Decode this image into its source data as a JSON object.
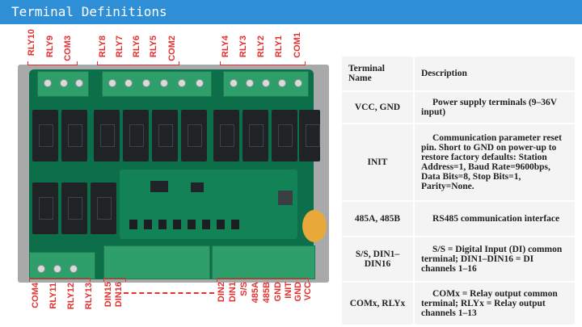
{
  "header": {
    "title": "Terminal Definitions"
  },
  "top_labels": [
    "RLY10",
    "RLY9",
    "COM3",
    "RLY8",
    "RLY7",
    "RLY6",
    "RLY5",
    "COM2",
    "RLY4",
    "RLY3",
    "RLY2",
    "RLY1",
    "COM1"
  ],
  "bottom_left_labels": [
    "COM4",
    "RLY11",
    "RLY12",
    "RLY13"
  ],
  "bottom_mid_labels": [
    "DIN15",
    "DIN16"
  ],
  "bottom_right_labels": [
    "DIN2",
    "DIN1",
    "S/S",
    "485A",
    "485B",
    "GND",
    "INIT",
    "GND",
    "VCC"
  ],
  "table": {
    "headers": [
      "Terminal Name",
      "Description"
    ],
    "rows": [
      {
        "name": "VCC, GND",
        "desc": "Power supply terminals (9–36V input)"
      },
      {
        "name": "INIT",
        "desc": "Communication parameter reset pin. Short to GND on power-up to restore factory defaults: Station Address=1, Baud Rate=9600bps, Data Bits=8, Stop Bits=1, Parity=None."
      },
      {
        "name": "485A, 485B",
        "desc": "RS485 communication interface"
      },
      {
        "name": "S/S, DIN1–DIN16",
        "desc": "S/S = Digital Input (DI) common terminal; DIN1–DIN16 = DI channels 1–16"
      },
      {
        "name": "COMx, RLYx",
        "desc": "COMx = Relay output common terminal; RLYx = Relay output channels 1–13"
      }
    ]
  }
}
